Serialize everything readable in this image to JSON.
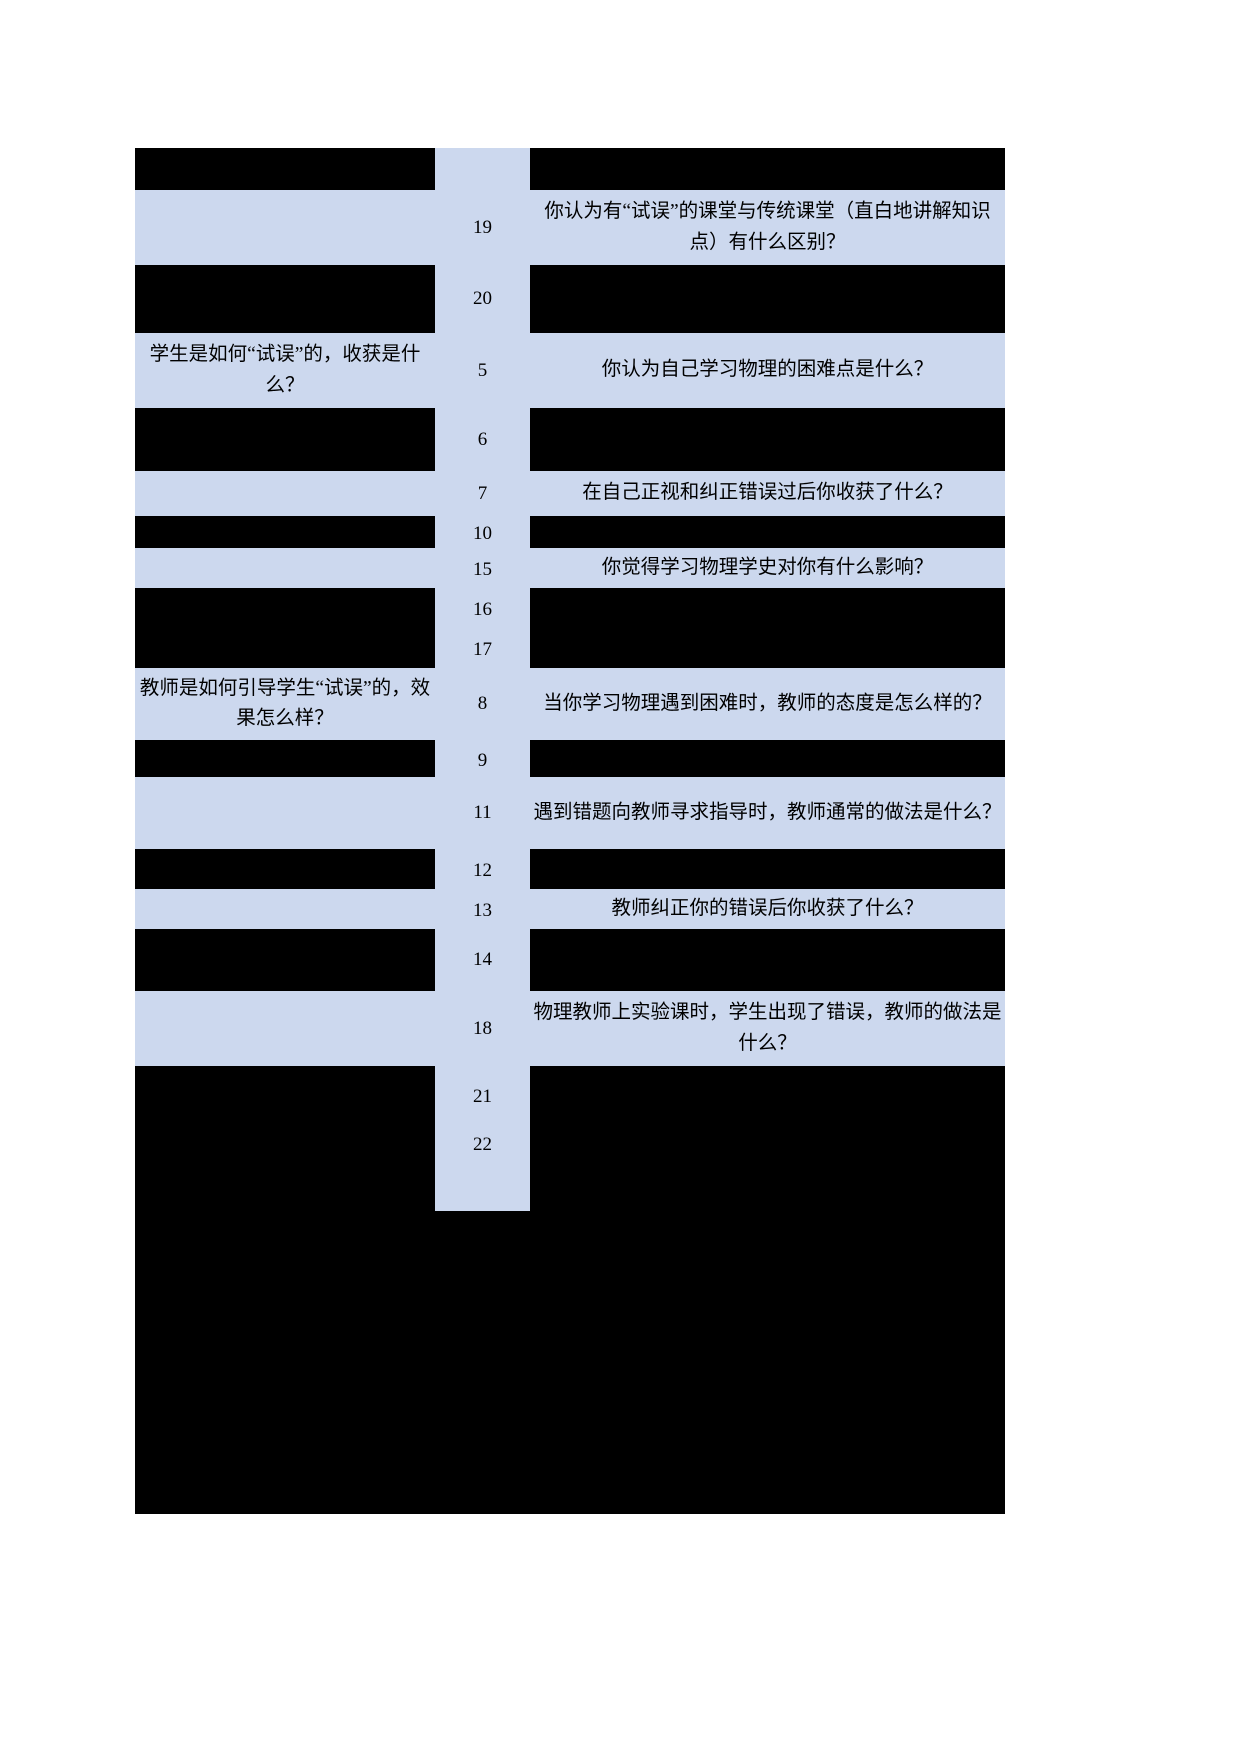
{
  "document": {
    "kind": "redacted-table",
    "colors": {
      "shading": "#ccd8ee",
      "redaction": "#000000",
      "page": "#ffffff"
    }
  },
  "table": {
    "columns": [
      {
        "key": "theme",
        "label": ""
      },
      {
        "key": "number",
        "label": ""
      },
      {
        "key": "question",
        "label": ""
      }
    ],
    "rows": [
      {
        "theme": "",
        "theme_state": "redacted",
        "number": "",
        "number_state": "blank",
        "question": "",
        "question_state": "redacted",
        "height": 42
      },
      {
        "theme": "",
        "theme_state": "blank",
        "number": "19",
        "number_state": "visible",
        "question": "你认为有“试误”的课堂与传统课堂（直白地讲解知识点）有什么区别？",
        "question_state": "visible",
        "height": 75
      },
      {
        "theme": "",
        "theme_state": "redacted",
        "number": "20",
        "number_state": "visible",
        "question": "",
        "question_state": "redacted",
        "height": 68
      },
      {
        "theme": "学生是如何“试误”的，收获是什么？",
        "theme_state": "visible",
        "number": "5",
        "number_state": "visible",
        "question": "你认为自己学习物理的困难点是什么？",
        "question_state": "visible",
        "height": 75
      },
      {
        "theme": "",
        "theme_state": "redacted",
        "number": "6",
        "number_state": "visible",
        "question": "",
        "question_state": "redacted",
        "height": 63
      },
      {
        "theme": "",
        "theme_state": "blank",
        "number": "7",
        "number_state": "visible",
        "question": "在自己正视和纠正错误过后你收获了什么？",
        "question_state": "visible",
        "height": 45
      },
      {
        "theme": "",
        "theme_state": "redacted",
        "number": "10",
        "number_state": "visible",
        "question": "",
        "question_state": "redacted",
        "height": 32
      },
      {
        "theme": "",
        "theme_state": "blank",
        "number": "15",
        "number_state": "visible",
        "question": "你觉得学习物理学史对你有什么影响？",
        "question_state": "visible",
        "height": 40
      },
      {
        "theme": "",
        "theme_state": "redacted",
        "number": "16",
        "number_state": "visible",
        "question": "",
        "question_state": "redacted",
        "height": 40
      },
      {
        "theme": "",
        "theme_state": "redacted",
        "number": "17",
        "number_state": "visible",
        "question": "",
        "question_state": "redacted",
        "height": 40
      },
      {
        "theme": "教师是如何引导学生“试误”的，效果怎么样？",
        "theme_state": "visible",
        "number": "8",
        "number_state": "visible",
        "question": "当你学习物理遇到困难时，教师的态度是怎么样的？",
        "question_state": "visible",
        "height": 72
      },
      {
        "theme": "",
        "theme_state": "redacted",
        "number": "9",
        "number_state": "visible",
        "question": "",
        "question_state": "redacted",
        "height": 37
      },
      {
        "theme": "",
        "theme_state": "blank",
        "number": "11",
        "number_state": "visible",
        "question": "遇到错题向教师寻求指导时，教师通常的做法是什么？",
        "question_state": "visible",
        "height": 72
      },
      {
        "theme": "",
        "theme_state": "redacted",
        "number": "12",
        "number_state": "visible",
        "question": "",
        "question_state": "redacted",
        "height": 40
      },
      {
        "theme": "",
        "theme_state": "blank",
        "number": "13",
        "number_state": "visible",
        "question": "教师纠正你的错误后你收获了什么？",
        "question_state": "visible",
        "height": 40
      },
      {
        "theme": "",
        "theme_state": "redacted",
        "number": "14",
        "number_state": "visible",
        "question": "",
        "question_state": "redacted",
        "height": 62
      },
      {
        "theme": "",
        "theme_state": "blank",
        "number": "18",
        "number_state": "visible",
        "question": "物理教师上实验课时，学生出现了错误，教师的做法是什么？",
        "question_state": "visible",
        "height": 75
      },
      {
        "theme": "",
        "theme_state": "redacted",
        "number": "21",
        "number_state": "visible",
        "question": "",
        "question_state": "redacted",
        "height": 62
      }
    ],
    "trailing_row": {
      "theme": "",
      "theme_state": "redacted",
      "number": "22",
      "number_state": "visible",
      "question": "",
      "question_state": "redacted"
    }
  }
}
